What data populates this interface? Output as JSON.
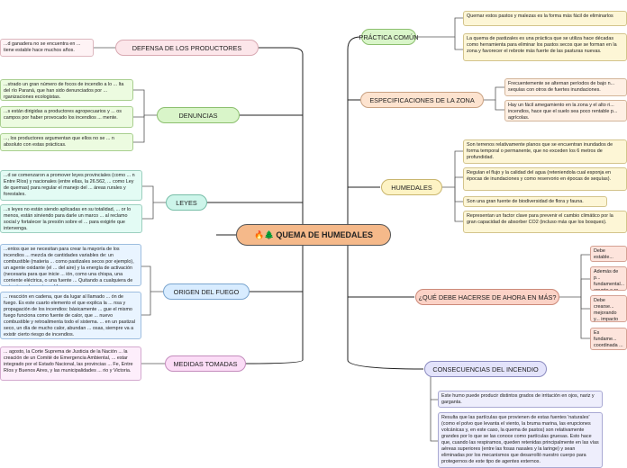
{
  "center": {
    "icons": "🔥🌲",
    "title": "QUEMA DE HUMEDALES"
  },
  "right": {
    "practica": {
      "label": "PRÁCTICA COMÚN",
      "items": [
        "Quemar estos pastos y malezas es la forma más fácil de eliminarlos",
        "La quema de pastizales es una práctica que se utiliza hace décadas como herramienta para eliminar los pastos secos que se forman en la zona y favorecer el rebrote más fuerte de las pasturas nuevas."
      ]
    },
    "especificaciones": {
      "label": "ESPECIFICACIONES DE LA ZONA",
      "items": [
        "Frecuentemente se alternan períodos de bajo n... sequías con otros de fuertes inundaciones.",
        "Hay un fácil amegamiento en la zona y el alto ri... incendios, hace que el suelo sea poco rentable p... agrícolas."
      ]
    },
    "humedales": {
      "label": "HUMEDALES",
      "items": [
        "Son terrenos relativamente planos que se encuentran inundados de forma temporal o permanente, que no exceden los 6 metros de profundidad.",
        "Regulan el flujo y la calidad del agua (reteniendola cual esponja en épocas de inundaciones y como reservorio en épocas de sequías).",
        "Son una gran fuente de biodiversidad de flora y fauna.",
        "Representan un factor clave para prevenir el cambio climático por la gran capacidad de absorber CO2 (incluso más que los bosques)."
      ]
    },
    "que_hacer": {
      "label": "¿QUÉ DEBE HACERSE DE AHORA EN MÁS?",
      "items": [
        "Debe estable... posibles foco...",
        "Además de p... fundamental... apunte a re...",
        "Debe crearse... mejorando y... impacto amb... ecosistema...",
        "Es fundame... coordinada ... Nacional"
      ]
    },
    "consecuencias": {
      "label": "CONSECUENCIAS DEL INCENDIO",
      "items": [
        "Este humo puede producir distintos grados de irritación en ojos, nariz y garganta.",
        "Resulta que las partículas que provienen de estas fuentes 'naturales' (como el polvo que levanta el viento, la bruma marina, las erupciones volcánicas y, en este caso, la quema de pastos) son relativamente grandes por lo que se las conoce como partículas gruesas. Esto hace que, cuando las respiramos, queden retenidas principalmente en las vías aéreas superiores (entre las fosas nasales y la laringe) y sean eliminadas por los mecanismos que desarrolló nuestro cuerpo para protegernos de este tipo de agentes externos."
      ]
    }
  },
  "left": {
    "defensa": {
      "label": "DEFENSA DE LOS PRODUCTORES",
      "items": [
        "...d ganadera no se encuentra en ... tiene estable hace muchos años."
      ]
    },
    "denuncias": {
      "label": "DENUNCIAS",
      "items": [
        "...strado un gran número de focos de incendio a lo ... lta del río Paraná, que han sido denunciados por ... rganizaciones ecologistas.",
        "...s están dirigidas a productores agropecuarios y ... os campos por haber provocado los incendios ... mente.",
        "..., los productores argumentan que ellos no se ... n absoluto con estas prácticas."
      ]
    },
    "leyes": {
      "label": "LEYES",
      "items": [
        "...d se comenzaron a promover leyes provinciales (como ... n Entre Ríos) y nacionales (entre ellas, la 26.562, ... como Ley de quemas) para regular el manejo del ... áreas rurales y forestales.",
        "...s leyes no están siendo aplicadas en su totalidad, ... or lo menos, están sirviendo para darle un marco ... al reclamo social y fortalecer la presión sobre el ... para exigirle que intervenga."
      ]
    },
    "origen": {
      "label": "ORIGEN DEL FUEGO",
      "items": [
        "...entos que se necesitan para crear la mayoría de los incendios ... mezcla de cantidades variables de: un combustible (materia ... como pastizales secos por ejemplo), un agente oxidante (el ... del aire) y la energía de activación (necesaria para que inicie ... ión, como una chispa, una corriente eléctrica, o una fuente ... Quitando a cualquiera de estos tres elementos, el fuego se",
        "... reacción en cadena, que da lugar al llamado ... ón de fuego. Es este cuarto elemento el que explica la ... nsa y propagación de los incendios: básicamente ... gue el mismo fuego funciona como fuente de calor, que ... nuevo combustible y retroalimenta todo el sistema. ... en un pastizal seco, un día de mucho calor, abundan ... osas, siempre va a existir cierto riesgo de incendios."
      ]
    },
    "medidas": {
      "label": "MEDIDAS TOMADAS",
      "items": [
        "... agosto, la Corte Suprema de Justicia de la Nación ... la creación de un Comité de Emergencia Ambiental, ... estar integrado por el Estado Nacional, las provincias ... Fe, Entre Ríos y Buenos Aires, y las municipalidades ... rio y Victoria."
      ]
    }
  }
}
